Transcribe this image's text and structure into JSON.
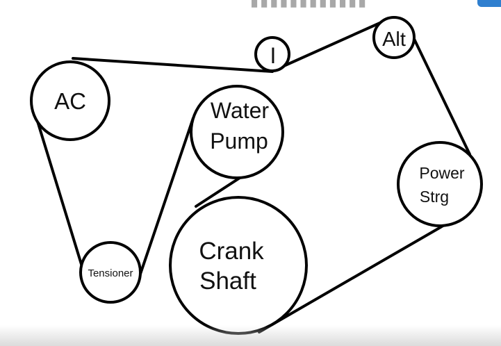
{
  "diagram": {
    "colors": {
      "stroke": "#000000",
      "fill": "#ffffff",
      "text": "#111111"
    },
    "pulleys": {
      "ac": {
        "line1": "AC"
      },
      "idler": {
        "line1": "I"
      },
      "alt": {
        "line1": "Alt"
      },
      "water_pump": {
        "line1": "Water",
        "line2": "Pump"
      },
      "power_steering": {
        "line1": "Power",
        "line2": "Strg"
      },
      "tensioner": {
        "line1": "Tensioner"
      },
      "crank_shaft": {
        "line1": "Crank",
        "line2": "Shaft"
      }
    }
  }
}
